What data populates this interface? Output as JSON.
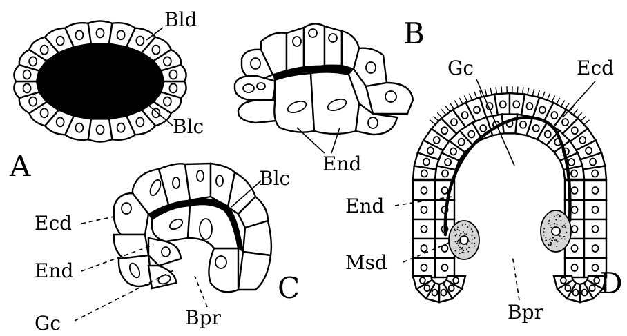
{
  "figure": {
    "panels": {
      "A": {
        "letter": "A",
        "labels": {
          "bld": "Bld",
          "blc": "Blc"
        }
      },
      "B": {
        "letter": "B",
        "labels": {
          "end": "End"
        }
      },
      "C": {
        "letter": "C",
        "labels": {
          "blc": "Blc",
          "ecd": "Ecd",
          "end": "End",
          "gc": "Gc",
          "bpr": "Bpr"
        }
      },
      "D": {
        "letter": "D",
        "labels": {
          "gc": "Gc",
          "ecd": "Ecd",
          "end": "End",
          "msd": "Msd",
          "bpr": "Bpr"
        }
      }
    }
  }
}
